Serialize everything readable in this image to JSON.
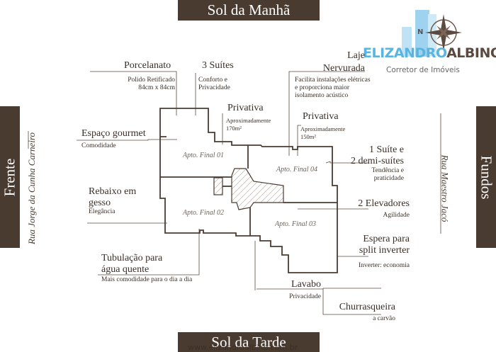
{
  "orientation": {
    "top": "Sol da Manhã",
    "bottom": "Sol da Tarde",
    "left": "Frente",
    "right": "Fundos"
  },
  "streets": {
    "left": "Rua Jorge da Cunha Carneiro",
    "right": "Rua Maestro Jacó"
  },
  "logo": {
    "name_part1": "ELIZANDRO",
    "name_part2": "ALBINO",
    "subtitle": "Corretor de Imóveis",
    "compass_letter": "N",
    "watermark": "www.elizandroalbino.com.br",
    "colors": {
      "blue": "#5ab4e0",
      "brown": "#5b4a3f"
    }
  },
  "apartments": [
    "Apto. Final 01",
    "Apto. Final 02",
    "Apto. Final 03",
    "Apto. Final 04"
  ],
  "features": [
    {
      "title": "Porcelanato",
      "desc": [
        "Polido Retificado",
        "84cm x 84cm"
      ]
    },
    {
      "title": "3 Suítes",
      "desc": [
        "Conforto e",
        "Privacidade"
      ]
    },
    {
      "title": "Privativa",
      "desc": [
        "Aproximadamente",
        "170m²"
      ]
    },
    {
      "title_lines": [
        "Laje",
        "Nervurada"
      ],
      "desc": [
        "Facilita instalações elétricas",
        "e proporciona maior",
        "isolamento acústico"
      ]
    },
    {
      "title": "Privativa",
      "desc": [
        "Aproximadamente",
        "150m²"
      ]
    },
    {
      "title": "Espaço gourmet",
      "desc": [
        "Comodidade"
      ]
    },
    {
      "title_lines": [
        "1 Suíte e",
        "2 demi-suítes"
      ],
      "desc": [
        "Tendência e",
        "praticidade"
      ]
    },
    {
      "title_lines": [
        "Rebaixo em",
        "gesso"
      ],
      "desc": [
        "Elegância"
      ]
    },
    {
      "title": "2 Elevadores",
      "desc": [
        "Agilidade"
      ]
    },
    {
      "title_lines": [
        "Espera para",
        "split inverter"
      ],
      "desc": [
        "Inverter: economia"
      ]
    },
    {
      "title_lines": [
        "Tubulação para",
        "água quente"
      ],
      "desc": [
        "Mais comodidade para o dia a dia"
      ]
    },
    {
      "title": "Lavabo",
      "desc": [
        "Privacidade"
      ]
    },
    {
      "title": "Churrasqueira",
      "desc": [
        "a carvão"
      ]
    }
  ]
}
